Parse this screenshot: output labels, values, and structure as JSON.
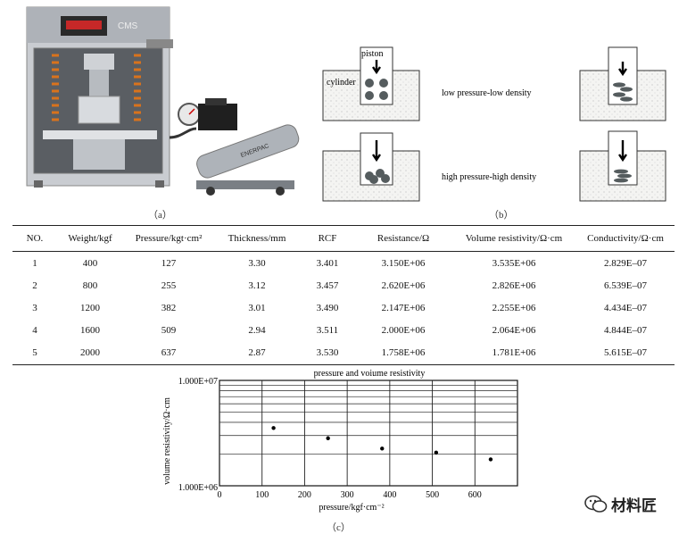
{
  "figure_a": {
    "label": "（a）",
    "device_badge": "CMS",
    "pump_brand": "ENERPAC"
  },
  "figure_b": {
    "label": "（b）",
    "piston_label": "piston",
    "cylinder_label": "cylinder",
    "low_caption": "low pressure-low density",
    "high_caption": "high pressure-high density"
  },
  "table": {
    "headers": [
      "NO.",
      "Weight/kgf",
      "Pressure/kgt·cm²",
      "Thickness/mm",
      "RCF",
      "Resistance/Ω",
      "Volume resistivity/Ω·cm",
      "Conductivity/Ω·cm"
    ],
    "rows": [
      [
        "1",
        "400",
        "127",
        "3.30",
        "3.401",
        "3.150E+06",
        "3.535E+06",
        "2.829E–07"
      ],
      [
        "2",
        "800",
        "255",
        "3.12",
        "3.457",
        "2.620E+06",
        "2.826E+06",
        "6.539E–07"
      ],
      [
        "3",
        "1200",
        "382",
        "3.01",
        "3.490",
        "2.147E+06",
        "2.255E+06",
        "4.434E–07"
      ],
      [
        "4",
        "1600",
        "509",
        "2.94",
        "3.511",
        "2.000E+06",
        "2.064E+06",
        "4.844E–07"
      ],
      [
        "5",
        "2000",
        "637",
        "2.87",
        "3.530",
        "1.758E+06",
        "1.781E+06",
        "5.615E–07"
      ]
    ]
  },
  "chart_data": {
    "type": "scatter",
    "title": "pressure and voiume resistivity",
    "xlabel": "pressure/kgf·cm⁻²",
    "ylabel": "volume resistivity/Ω·cm",
    "xlim": [
      0,
      700
    ],
    "ylim": [
      1000000,
      10000000
    ],
    "yscale": "log",
    "xticks": [
      "0",
      "100",
      "200",
      "300",
      "400",
      "500",
      "600"
    ],
    "yticks": [
      "1.000E+07",
      "1.000E+06"
    ],
    "grid": true,
    "points": [
      {
        "x": 127,
        "y": 3535000
      },
      {
        "x": 255,
        "y": 2826000
      },
      {
        "x": 382,
        "y": 2255000
      },
      {
        "x": 509,
        "y": 2064000
      },
      {
        "x": 637,
        "y": 1781000
      }
    ]
  },
  "figure_c": {
    "label": "（c）"
  },
  "watermark": {
    "text": "材料匠"
  }
}
